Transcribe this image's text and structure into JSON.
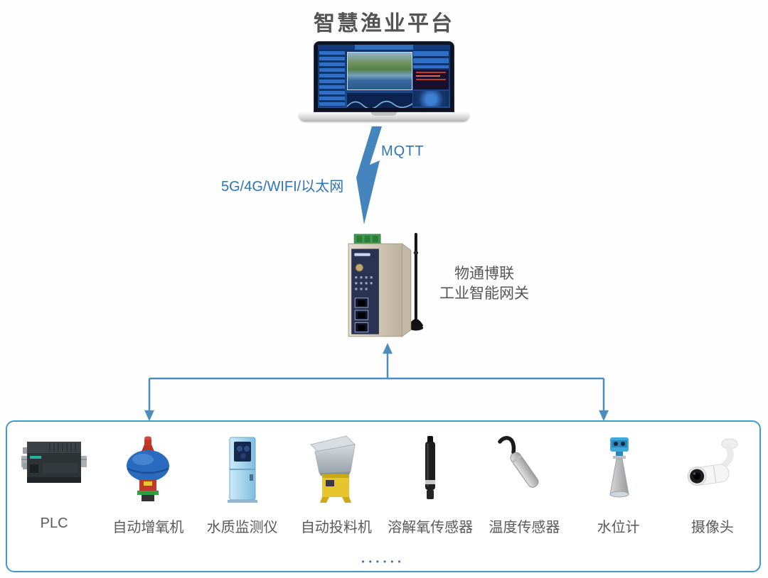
{
  "title": "智慧渔业平台",
  "connection": {
    "protocol_label": "MQTT",
    "network_label": "5G/4G/WIFI/以太网"
  },
  "gateway": {
    "vendor": "物通博联",
    "product": "工业智能网关"
  },
  "devices": {
    "items": [
      {
        "id": "plc",
        "label": "PLC"
      },
      {
        "id": "aerator",
        "label": "自动增氧机"
      },
      {
        "id": "water-quality-monitor",
        "label": "水质监测仪"
      },
      {
        "id": "auto-feeder",
        "label": "自动投料机"
      },
      {
        "id": "dissolved-oxygen-sensor",
        "label": "溶解氧传感器"
      },
      {
        "id": "temperature-sensor",
        "label": "温度传感器"
      },
      {
        "id": "water-level-gauge",
        "label": "水位计"
      },
      {
        "id": "camera",
        "label": "摄像头"
      }
    ],
    "more_indicator": "••••••"
  },
  "colors": {
    "accent_text_blue": "#2e75b6",
    "bolt_blue": "#4584bd",
    "connector_blue": "#4e8cbb",
    "box_border_blue": "#3f9bc8",
    "text_gray": "#595959"
  }
}
